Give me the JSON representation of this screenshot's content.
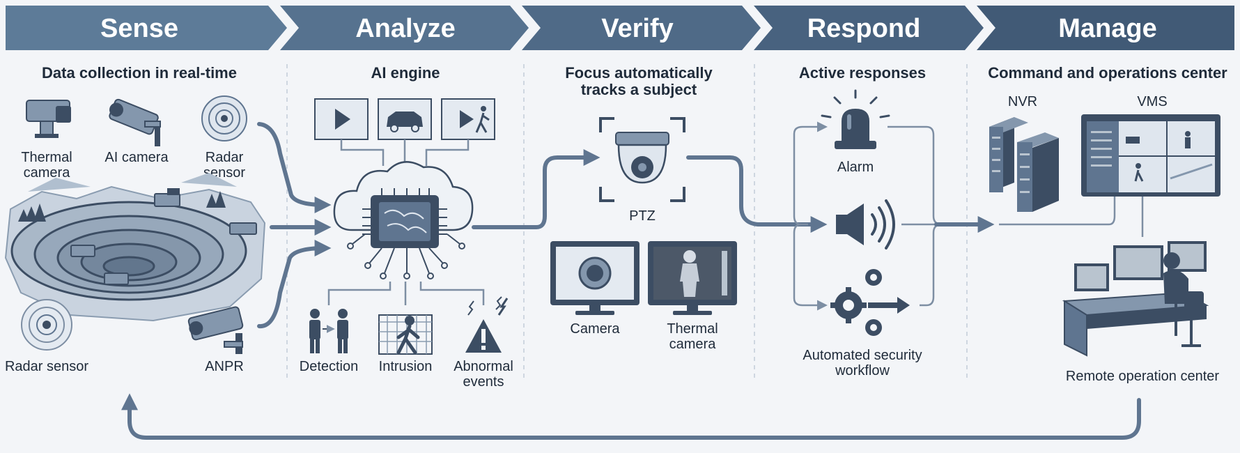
{
  "stages": [
    {
      "id": "sense",
      "title": "Sense",
      "color": "#5d7b98"
    },
    {
      "id": "analyze",
      "title": "Analyze",
      "color": "#56728f"
    },
    {
      "id": "verify",
      "title": "Verify",
      "color": "#4f6a87"
    },
    {
      "id": "respond",
      "title": "Respond",
      "color": "#48627f"
    },
    {
      "id": "manage",
      "title": "Manage",
      "color": "#415a76"
    }
  ],
  "sense": {
    "heading": "Data collection in real-time",
    "thermal_camera": "Thermal\ncamera",
    "ai_camera": "AI camera",
    "radar_sensor_top": "Radar\nsensor",
    "radar_sensor_bottom": "Radar sensor",
    "anpr": "ANPR"
  },
  "analyze": {
    "heading": "AI engine",
    "detection": "Detection",
    "intrusion": "Intrusion",
    "abnormal_events": "Abnormal\nevents"
  },
  "verify": {
    "heading": "Focus automatically\ntracks a subject",
    "ptz": "PTZ",
    "camera": "Camera",
    "thermal_camera": "Thermal\ncamera"
  },
  "respond": {
    "heading": "Active responses",
    "alarm": "Alarm",
    "workflow": "Automated security\nworkflow"
  },
  "manage": {
    "heading": "Command and operations center",
    "nvr": "NVR",
    "vms": "VMS",
    "remote_center": "Remote operation center"
  },
  "icons": [
    "thermal-camera-icon",
    "ai-camera-icon",
    "radar-icon",
    "anpr-camera-icon",
    "open-pit-mine-icon",
    "video-play-icon",
    "car-icon",
    "person-walking-icon",
    "ai-chip-icon",
    "cloud-icon",
    "detection-icon",
    "intrusion-fence-icon",
    "warning-icon",
    "ptz-camera-icon",
    "monitor-camera-icon",
    "thermal-monitor-icon",
    "alarm-beacon-icon",
    "speaker-icon",
    "gears-icon",
    "server-icon",
    "vms-screen-icon",
    "operator-desk-icon"
  ]
}
